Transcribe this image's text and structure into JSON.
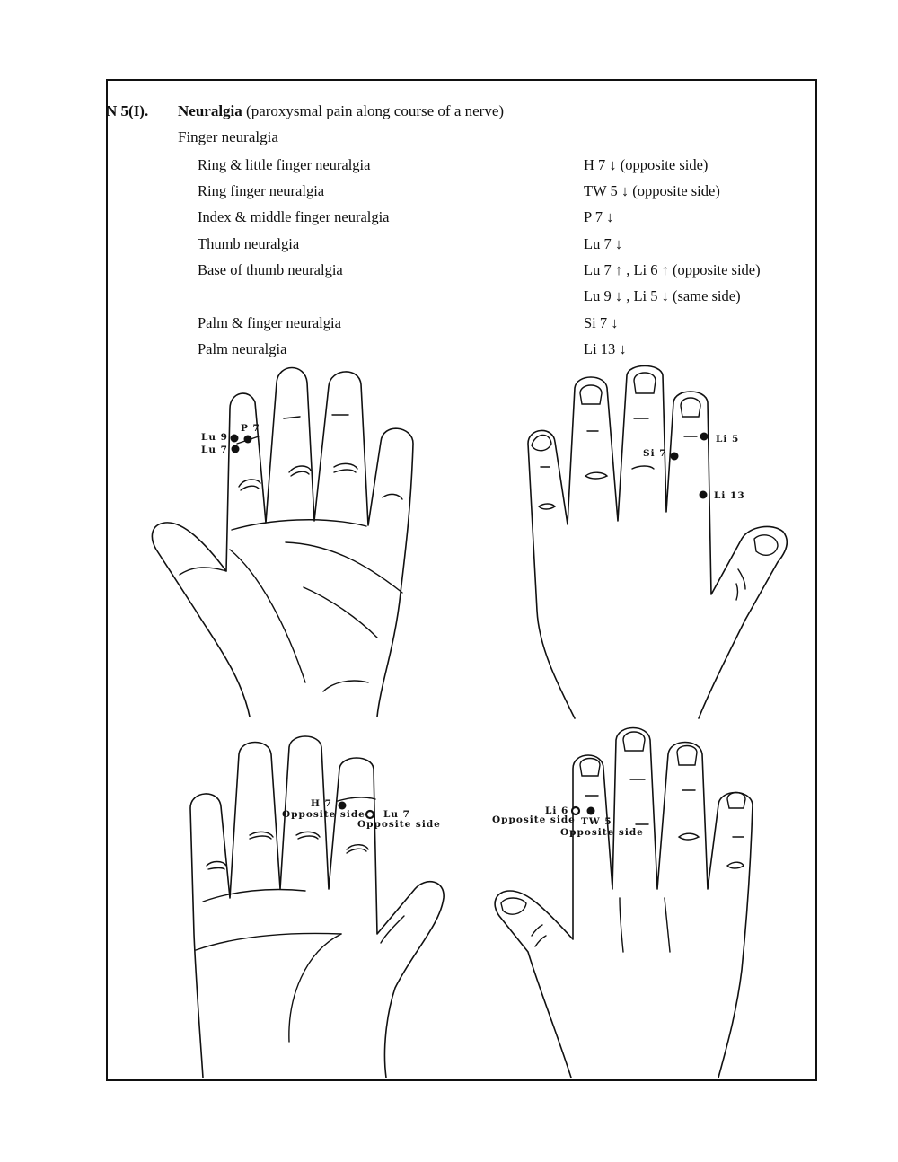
{
  "header": {
    "code": "N 5(I).",
    "title": "Neuralgia",
    "title_note": "(paroxysmal pain along course of a nerve)",
    "subtitle": "Finger neuralgia"
  },
  "treatments": [
    {
      "condition": "Ring & little finger neuralgia",
      "points": "H 7 ↓ (opposite side)"
    },
    {
      "condition": "Ring finger neuralgia",
      "points": "TW 5 ↓   (opposite side)"
    },
    {
      "condition": "Index & middle finger neuralgia",
      "points": "P 7 ↓"
    },
    {
      "condition": "Thumb neuralgia",
      "points": "Lu 7 ↓"
    },
    {
      "condition": "Base of thumb neuralgia",
      "points": "Lu 7 ↑ , Li 6 ↑ (opposite side)"
    },
    {
      "condition": "",
      "points": "Lu 9 ↓ , Li 5 ↓ (same side)"
    },
    {
      "condition": "Palm & finger neuralgia",
      "points": "Si 7 ↓"
    },
    {
      "condition": "Palm neuralgia",
      "points": "Li 13 ↓"
    }
  ],
  "diagrams": {
    "top_left": {
      "lu9": "Lu 9",
      "p7": "P 7",
      "lu7": "Lu 7"
    },
    "top_right": {
      "li5": "Li 5",
      "si7": "Si 7",
      "li13": "Li 13"
    },
    "bottom_left": {
      "h7": "H 7",
      "h7_side": "Opposite side",
      "lu7": "Lu 7",
      "lu7_side": "Opposite side"
    },
    "bottom_right": {
      "li6": "Li 6",
      "li6_side": "Opposite side",
      "tw5": "TW 5",
      "tw5_side": "Opposite side"
    }
  }
}
